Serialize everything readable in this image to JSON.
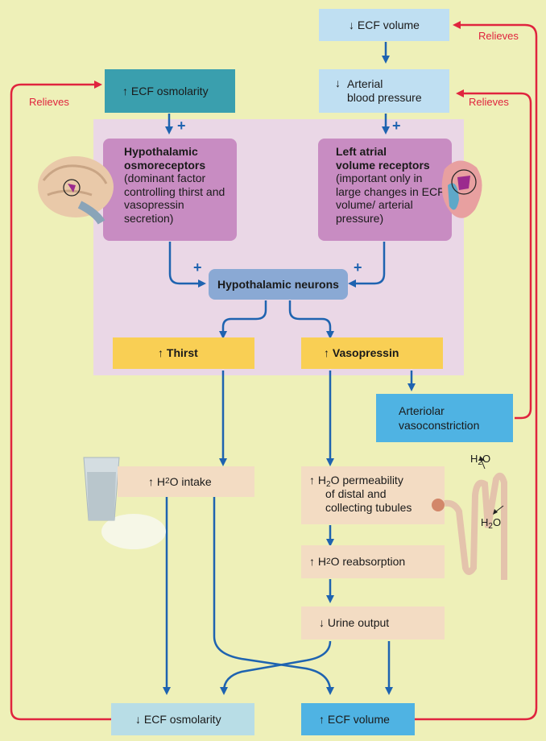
{
  "boxes": {
    "ecf_volume_top": "↓ ECF volume",
    "ecf_osmolarity_top": "↑ ECF osmolarity",
    "arterial_bp_arrow": "↓",
    "arterial_bp_line1": "Arterial",
    "arterial_bp_line2": "blood pressure",
    "hypo_osmo_title1": "Hypothalamic",
    "hypo_osmo_title2": "osmoreceptors",
    "hypo_osmo_desc": "(dominant factor controlling thirst and vasopressin secretion)",
    "left_atrial_title1": "Left atrial",
    "left_atrial_title2": "volume receptors",
    "left_atrial_desc": "(important only in large changes in ECF volume/ arterial pressure)",
    "hypo_neurons": "Hypothalamic neurons",
    "thirst": "↑ Thirst",
    "vasopressin": "↑ Vasopressin",
    "arteriolar_line1": "Arteriolar",
    "arteriolar_line2": "vasoconstriction",
    "h2o_intake_pre": "↑ H",
    "h2o_intake_post": "O intake",
    "h2o_perm_pre": "↑ H",
    "h2o_perm_post": "O permeability",
    "h2o_perm_line2": "of distal and",
    "h2o_perm_line3": "collecting tubules",
    "h2o_reab_pre": "↑ H",
    "h2o_reab_post": "O reabsorption",
    "urine_output": "↓ Urine output",
    "ecf_osmolarity_bottom": "↓ ECF osmolarity",
    "ecf_volume_bottom": "↑ ECF volume",
    "sub2": "2"
  },
  "labels": {
    "relieves": "Relieves",
    "plus": "+",
    "h2o_a": "H",
    "h2o_b": "O"
  },
  "colors": {
    "background": "#eef0b8",
    "panel": "#ead7e6",
    "arrow_blue": "#1e63b0",
    "relieves_red": "#e0243e"
  }
}
